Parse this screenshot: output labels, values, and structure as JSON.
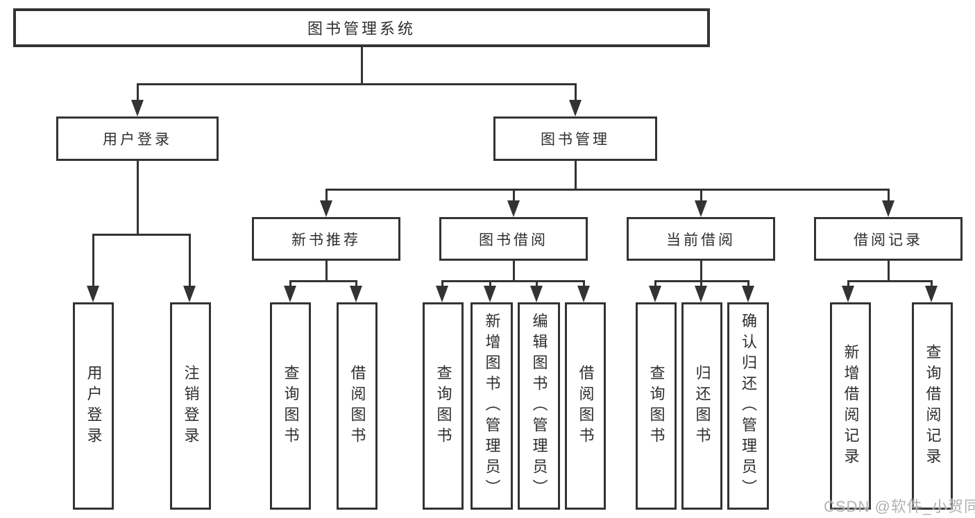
{
  "tree": {
    "root": {
      "label": "图书管理系统",
      "children": [
        {
          "label": "用户登录",
          "children": [
            {
              "label": "用户登录"
            },
            {
              "label": "注销登录"
            }
          ]
        },
        {
          "label": "图书管理",
          "children": [
            {
              "label": "新书推荐",
              "children": [
                {
                  "label": "查询图书"
                },
                {
                  "label": "借阅图书"
                }
              ]
            },
            {
              "label": "图书借阅",
              "children": [
                {
                  "label": "查询图书"
                },
                {
                  "label": "新增图书（管理员）"
                },
                {
                  "label": "编辑图书（管理员）"
                },
                {
                  "label": "借阅图书"
                }
              ]
            },
            {
              "label": "当前借阅",
              "children": [
                {
                  "label": "查询图书"
                },
                {
                  "label": "归还图书"
                },
                {
                  "label": "确认归还（管理员）"
                }
              ]
            },
            {
              "label": "借阅记录",
              "children": [
                {
                  "label": "新增借阅记录"
                },
                {
                  "label": "查询借阅记录"
                }
              ]
            }
          ]
        }
      ]
    }
  },
  "watermark": {
    "text": "CSDN @软件_小贺同学"
  },
  "colors": {
    "line": "#333333",
    "box_border": "#333333",
    "box_fill": "#ffffff",
    "text": "#2e2e2e",
    "watermark": "#ababab",
    "background": "#ffffff"
  }
}
